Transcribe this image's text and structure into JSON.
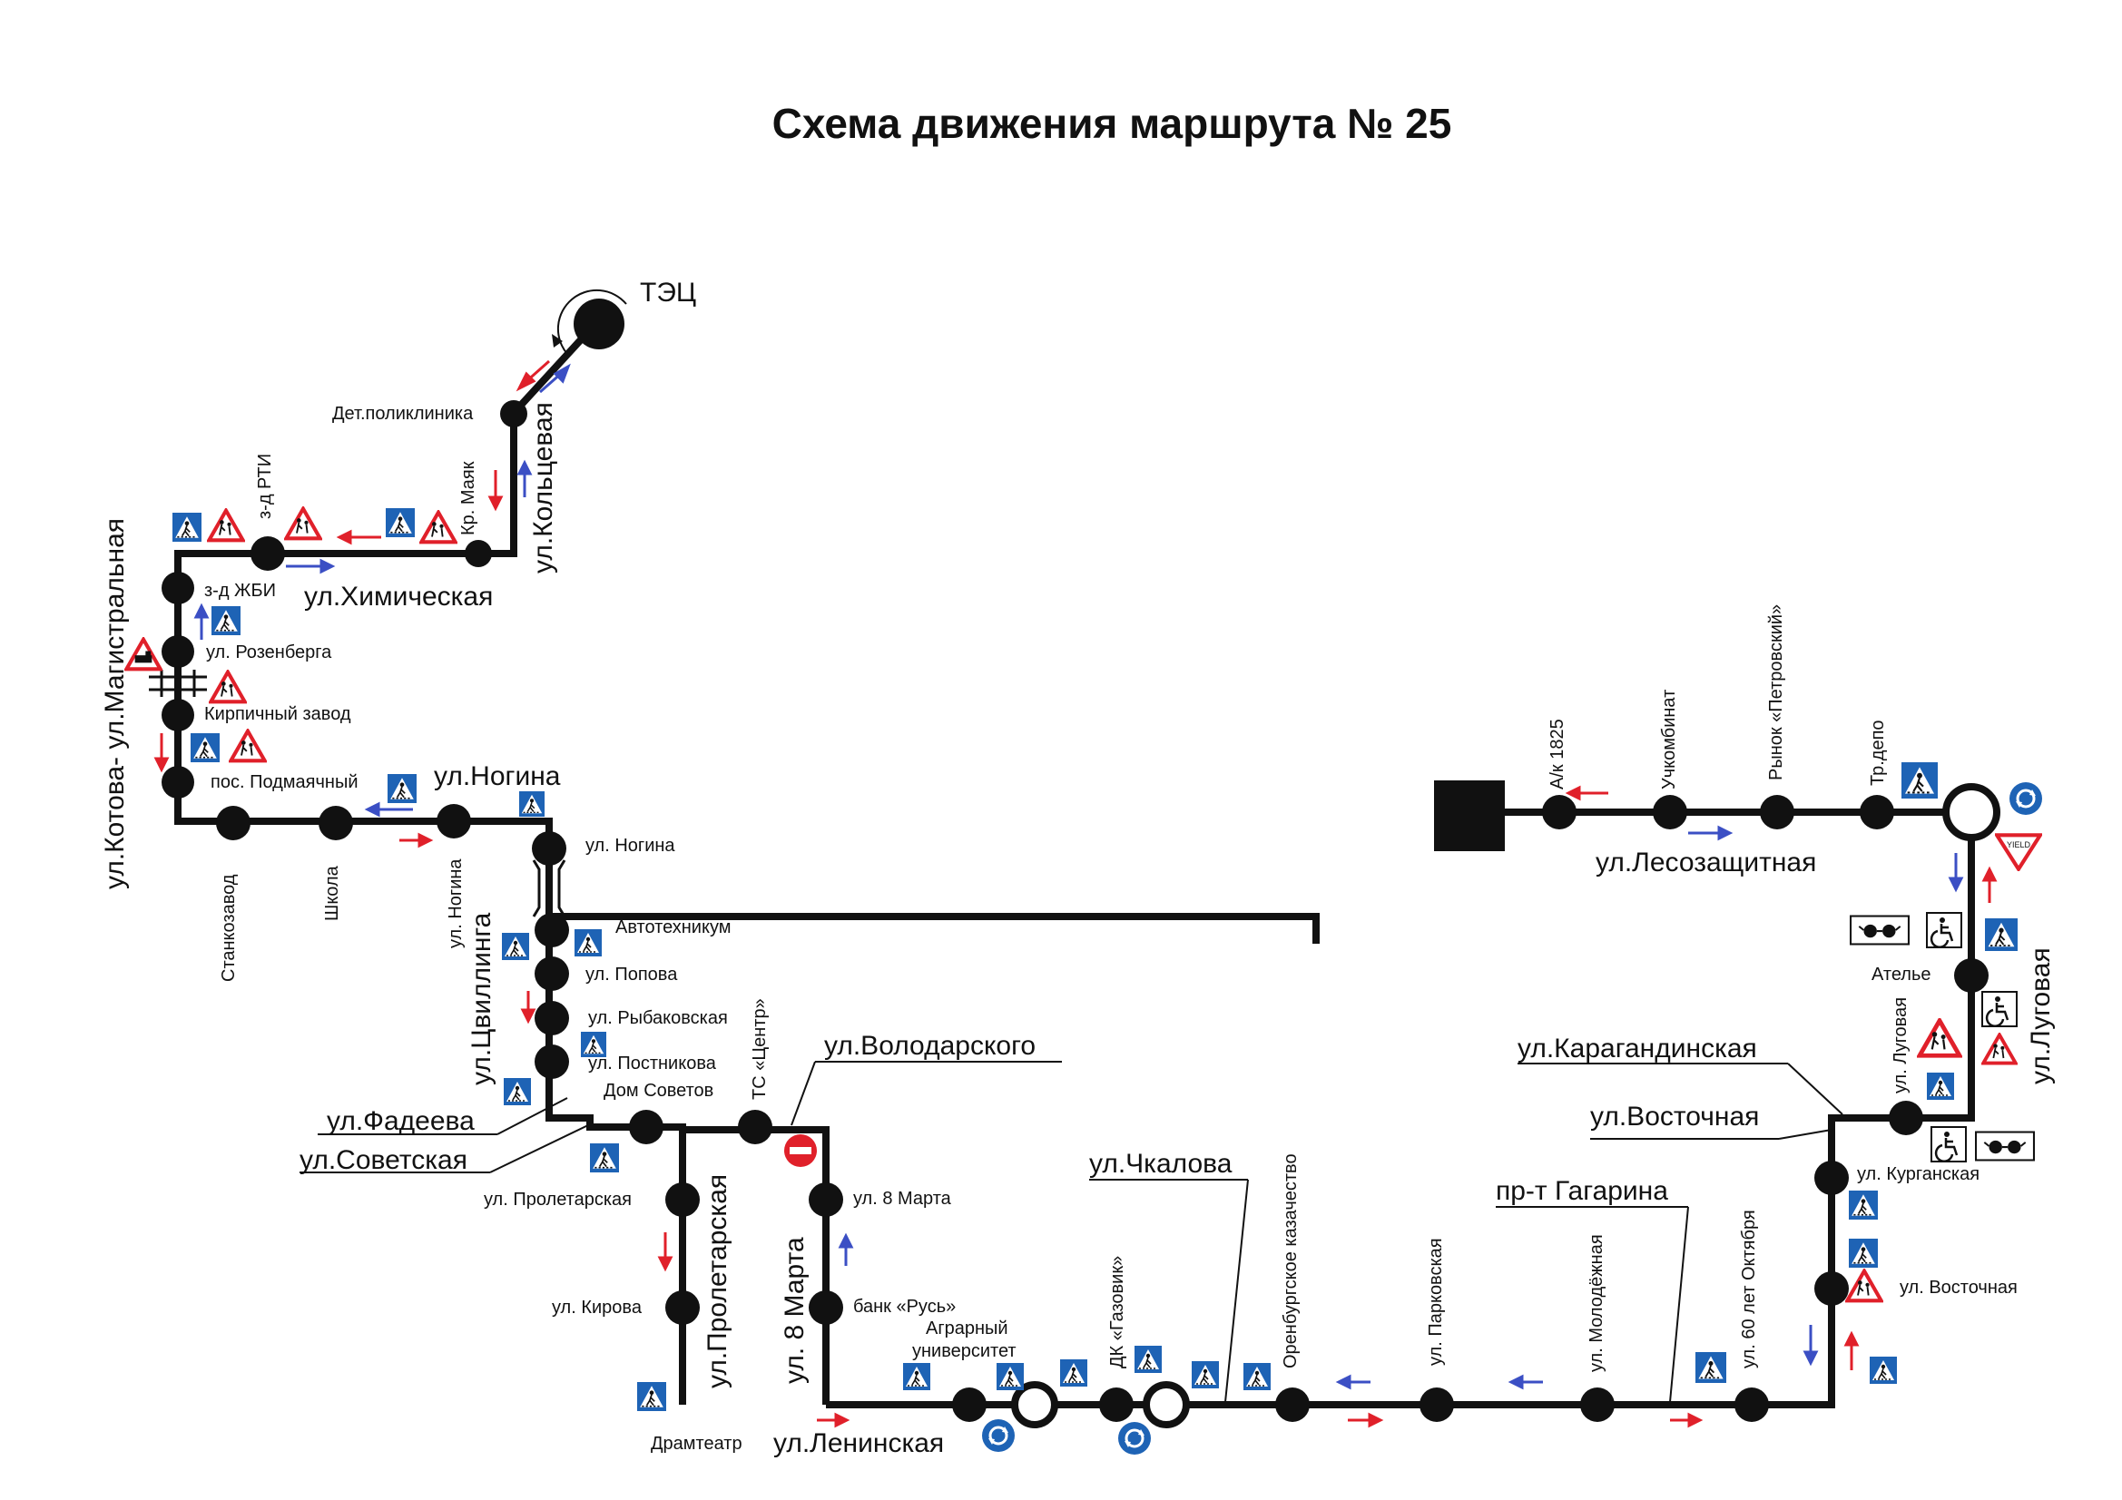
{
  "title": "Схема движения маршрута № 25",
  "terminals": {
    "start": "ТЭЦ"
  },
  "streets": {
    "khimicheskaya": "ул.Химическая",
    "koltsevaya": "ул.Кольцевая",
    "kotova": "ул.Котова- ул.Магистральная",
    "nogina": "ул.Ногина",
    "tsvillinga": "ул.Цвиллинга",
    "fadeeva": "ул.Фадеева",
    "sovetskaya": "ул.Советская",
    "volodarskogo": "ул.Володарского",
    "proletarskaya": "ул.Пролетарская",
    "marta8": "ул. 8 Марта",
    "leninskaya": "ул.Ленинская",
    "chkalova": "ул.Чкалова",
    "gagarina": "пр-т Гагарина",
    "vostochnaya": "ул.Восточная",
    "karagandinskaya": "ул.Карагандинская",
    "lugovaya": "ул.Луговая",
    "lesozaschitnaya": "ул.Лесозащитная"
  },
  "stops": {
    "det_poliklinika": "Дет.поликлиника",
    "kr_mayak": "Кр. Маяк",
    "zd_rti": "з-д РТИ",
    "zd_zhbi": "з-д ЖБИ",
    "rozenberga": "ул. Розенберга",
    "kirpichny": "Кирпичный завод",
    "podmayachny": "пос. Подмаячный",
    "stankozavod": "Станкозавод",
    "shkola": "Школа",
    "nogina_v": "ул. Ногина",
    "nogina_h": "ул. Ногина",
    "avtotekhnikum": "Автотехникум",
    "popova": "ул. Попова",
    "rybakovskaya": "ул. Рыбаковская",
    "postnikova": "ул. Постникова",
    "dom_sovetov": "Дом Советов",
    "ts_tsentr": "ТС «Центр»",
    "proletarskaya": "ул. Пролетарская",
    "kirova": "ул. Кирова",
    "dramteatr": "Драмтеатр",
    "marta8": "ул. 8 Марта",
    "bank_rus": "банк «Русь»",
    "agrarny1": "Аграрный",
    "agrarny2": "университет",
    "dk_gazovik": "ДК «Газовик»",
    "orenburg": "Оренбургское казачество",
    "parkovaya": "ул. Парковская",
    "molodezhnaya": "ул. Молодёжная",
    "let60": "ул. 60 лет Октября",
    "vostochnaya": "ул. Восточная",
    "kurganskaya": "ул. Курганская",
    "lugovaya": "ул. Луговая",
    "atelye": "Ателье",
    "trdepo": "Тр.депо",
    "rynok": "Рынок «Петровский»",
    "ukhkombinat": "Учкомбинат",
    "ak1825": "А/к 1825"
  },
  "sign_text": {
    "yield": "YIELD"
  },
  "colors": {
    "route": "#111111",
    "arrow_forward": "#e0202a",
    "arrow_back": "#3b4fc4",
    "crossing_blue": "#1e63b5",
    "warning_red": "#e0202a",
    "no_entry": "#e0202a",
    "roundabout": "#1e63b5"
  },
  "icons": [
    "pedestrian-crossing-icon",
    "children-warning-icon",
    "railway-crossing-icon",
    "no-entry-icon",
    "roundabout-icon",
    "yield-icon",
    "disabled-icon",
    "blind-pedestrian-icon",
    "direction-arrow-icon"
  ]
}
